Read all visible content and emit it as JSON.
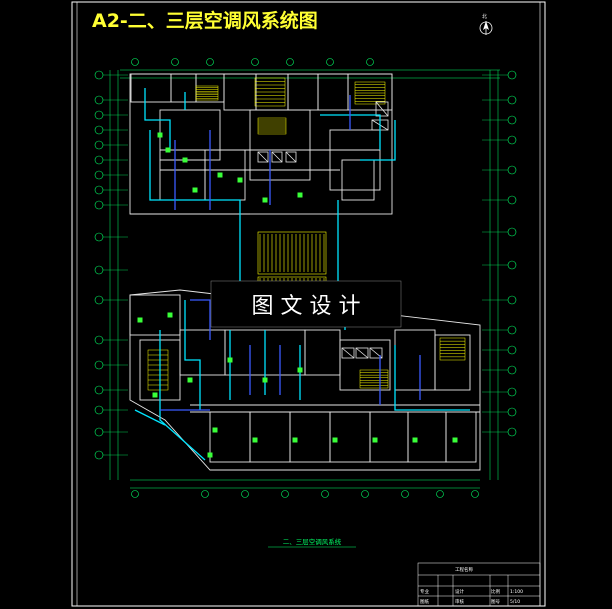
{
  "sheet": {
    "title": "A2-二、三层空调风系统图",
    "compass_label": "北",
    "watermark": "图 文 设 计",
    "caption": "二、三层空调风系统"
  },
  "title_block": {
    "project_label": "工程名称",
    "major_label": "专业",
    "design_label": "设计",
    "scale_label": "比例",
    "scale_value": "1:100",
    "drawing_label": "图纸",
    "check_label": "审核",
    "sheet_no_label": "图号",
    "sheet_no_value": "5/10"
  },
  "colors": {
    "background": "#000000",
    "frame": "#ffffff",
    "title": "#ffff33",
    "duct": "#00e5ff",
    "duct_blue": "#3b5bff",
    "wall": "#e6e6e6",
    "equipment": "#39ff39",
    "stair": "#ffff00",
    "dimension": "#00ff66",
    "watermark_bg": "#000000",
    "watermark_text": "#ffffff"
  }
}
